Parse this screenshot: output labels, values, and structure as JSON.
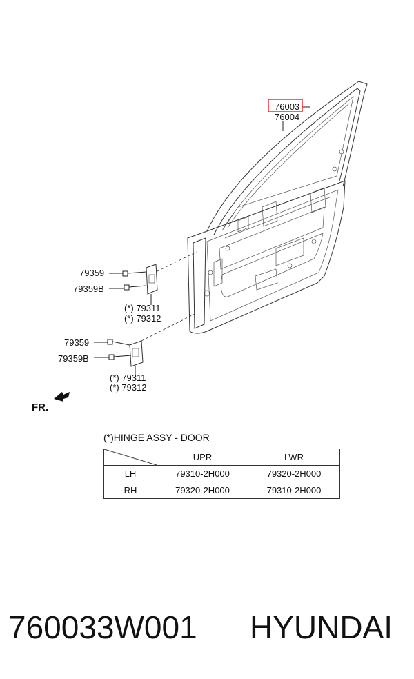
{
  "diagram": {
    "callouts": {
      "highlighted_part": "76003",
      "part_76004": "76004",
      "upper_bolt": "79359",
      "upper_bolt_b": "79359B",
      "upper_hinge_1": "(*) 79311",
      "upper_hinge_2": "(*) 79312",
      "lower_bolt": "79359",
      "lower_bolt_b": "79359B",
      "lower_hinge_1": "(*) 79311",
      "lower_hinge_2": "(*) 79312"
    },
    "direction_label": "FR.",
    "highlight_color": "#e0202a"
  },
  "hinge_table": {
    "title": "(*)HINGE ASSY - DOOR",
    "columns": [
      "",
      "UPR",
      "LWR"
    ],
    "rows": [
      {
        "side": "LH",
        "upr": "79310-2H000",
        "lwr": "79320-2H000"
      },
      {
        "side": "RH",
        "upr": "79320-2H000",
        "lwr": "79310-2H000"
      }
    ]
  },
  "footer": {
    "part_number": "760033W001",
    "brand": "HYUNDAI"
  }
}
